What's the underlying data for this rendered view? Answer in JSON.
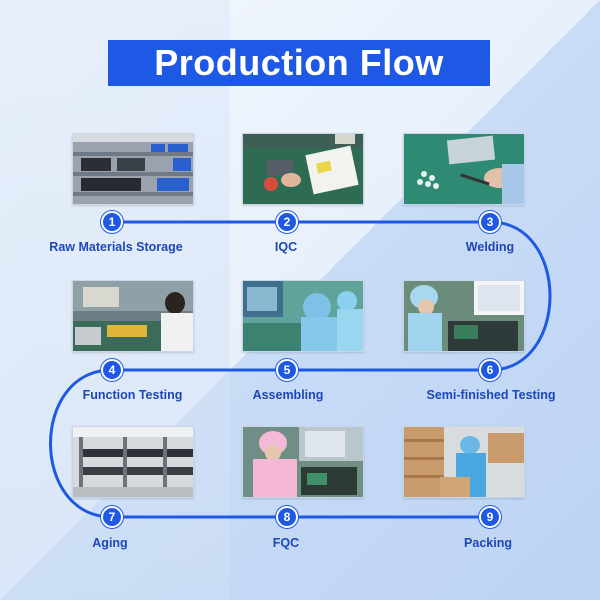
{
  "title": "Production Flow",
  "accent_color": "#1e59e6",
  "steps": [
    {
      "number": "1",
      "label": "Raw Materials Storage",
      "icon": "warehouse-shelves-photo"
    },
    {
      "number": "2",
      "label": "IQC",
      "icon": "inspection-photo"
    },
    {
      "number": "3",
      "label": "Welding",
      "icon": "welding-photo"
    },
    {
      "number": "4",
      "label": "Function Testing",
      "icon": "testing-bench-photo"
    },
    {
      "number": "5",
      "label": "Assembling",
      "icon": "assembly-line-photo"
    },
    {
      "number": "6",
      "label": "Semi-finished Testing",
      "icon": "semi-finished-testing-photo"
    },
    {
      "number": "7",
      "label": "Aging",
      "icon": "aging-racks-photo"
    },
    {
      "number": "8",
      "label": "FQC",
      "icon": "final-inspection-photo"
    },
    {
      "number": "9",
      "label": "Packing",
      "icon": "packing-photo"
    }
  ]
}
